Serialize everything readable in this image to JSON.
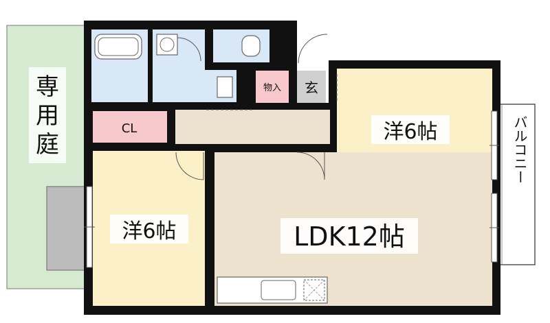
{
  "rooms": {
    "private_garden": "専用庭",
    "bedroom_east": "洋6帖",
    "bedroom_west": "洋6帖",
    "ldk": "LDK12帖",
    "closet": "CL",
    "storage": "物入",
    "entrance": "玄",
    "balcony": "バルコニー"
  },
  "colors": {
    "garden_green": "#d6ead2",
    "bedroom_yellow": "#fbf0c8",
    "ldk_beige": "#ede2cd",
    "wet_area_blue": "#d8e8f6",
    "closet_pink": "#f7c9cc",
    "entrance_gray": "#cfcfcf",
    "wall": "#111111"
  }
}
